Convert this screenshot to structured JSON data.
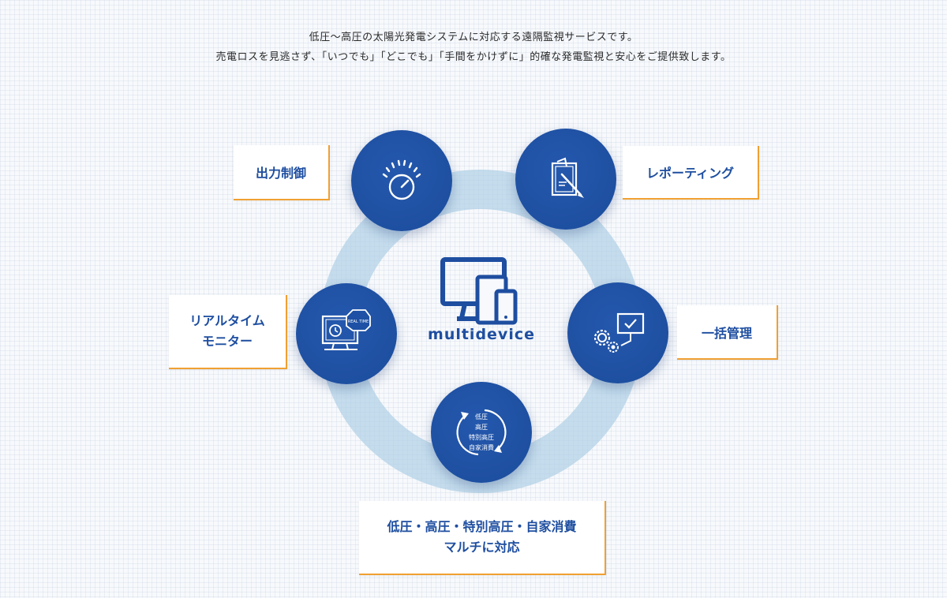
{
  "intro": {
    "line1": "低圧〜高圧の太陽光発電システムに対応する遠隔監視サービスです。",
    "line2": "売電ロスを見逃さず、「いつでも」「どこでも」「手間をかけずに」的確な発電監視と安心をご提供致します。"
  },
  "center": {
    "label": "multidevice",
    "icon": "multidevice-icon"
  },
  "features": {
    "output_control": {
      "label": "出力制御",
      "icon": "gauge-icon"
    },
    "reporting": {
      "label": "レポーティング",
      "icon": "report-clipboard-icon"
    },
    "bulk_management": {
      "label": "一括管理",
      "icon": "gears-monitor-icon"
    },
    "multi_voltage": {
      "label_line1": "低圧・高圧・特別高圧・自家消費",
      "label_line2": "マルチに対応",
      "icon": "cycle-arrows-icon",
      "icon_text": [
        "低圧",
        "高圧",
        "特別高圧",
        "自家消費"
      ]
    },
    "realtime": {
      "label_line1": "リアルタイム",
      "label_line2": "モニター",
      "icon": "realtime-monitor-icon",
      "icon_badge": "REAL TIME"
    }
  },
  "colors": {
    "primary": "#1e51a5",
    "ring": "#b0d0e6",
    "accent": "#f0a032",
    "text": "#2b2b2b"
  }
}
